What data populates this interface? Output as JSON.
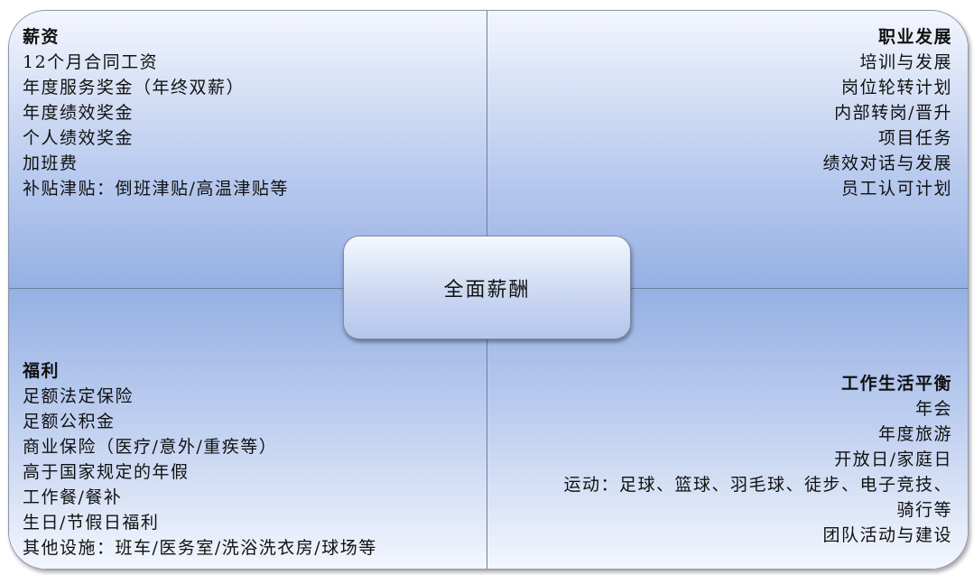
{
  "center": {
    "label": "全面薪酬"
  },
  "quadrants": {
    "top_left": {
      "title": "薪资",
      "items": [
        "12个月合同工资",
        "年度服务奖金（年终双薪）",
        "年度绩效奖金",
        "个人绩效奖金",
        "加班费",
        "补贴津贴：倒班津贴/高温津贴等"
      ]
    },
    "top_right": {
      "title": "职业发展",
      "items": [
        "培训与发展",
        "岗位轮转计划",
        "内部转岗/晋升",
        "项目任务",
        "绩效对话与发展",
        "员工认可计划"
      ]
    },
    "bottom_left": {
      "title": "福利",
      "items": [
        "足额法定保险",
        "足额公积金",
        "商业保险（医疗/意外/重疾等）",
        "高于国家规定的年假",
        "工作餐/餐补",
        "生日/节假日福利",
        "其他设施：班车/医务室/洗浴洗衣房/球场等"
      ]
    },
    "bottom_right": {
      "title": "工作生活平衡",
      "items": [
        "年会",
        "年度旅游",
        "开放日/家庭日",
        "运动：足球、篮球、羽毛球、徒步、电子竞技、",
        "骑行等",
        "团队活动与建设"
      ]
    }
  },
  "colors": {
    "fill_light": "#f3f6fd",
    "fill_dark": "#96b0e4",
    "border": "#6f7f9c"
  }
}
